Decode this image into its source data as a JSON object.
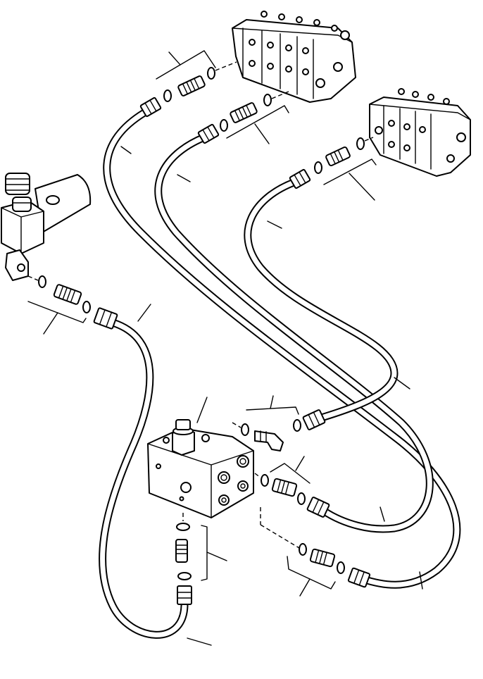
{
  "diagram": {
    "kind": "exploded hydraulic parts illustration",
    "labels": [],
    "components": [
      "control-valve-upper",
      "control-valve-lower",
      "solenoid-valve",
      "manifold-block",
      "hose-long-a",
      "hose-long-b",
      "hose-c",
      "hose-d",
      "hose-e",
      "hose-f",
      "hose-g",
      "adapter-fittings",
      "o-rings",
      "elbow-fitting"
    ]
  }
}
